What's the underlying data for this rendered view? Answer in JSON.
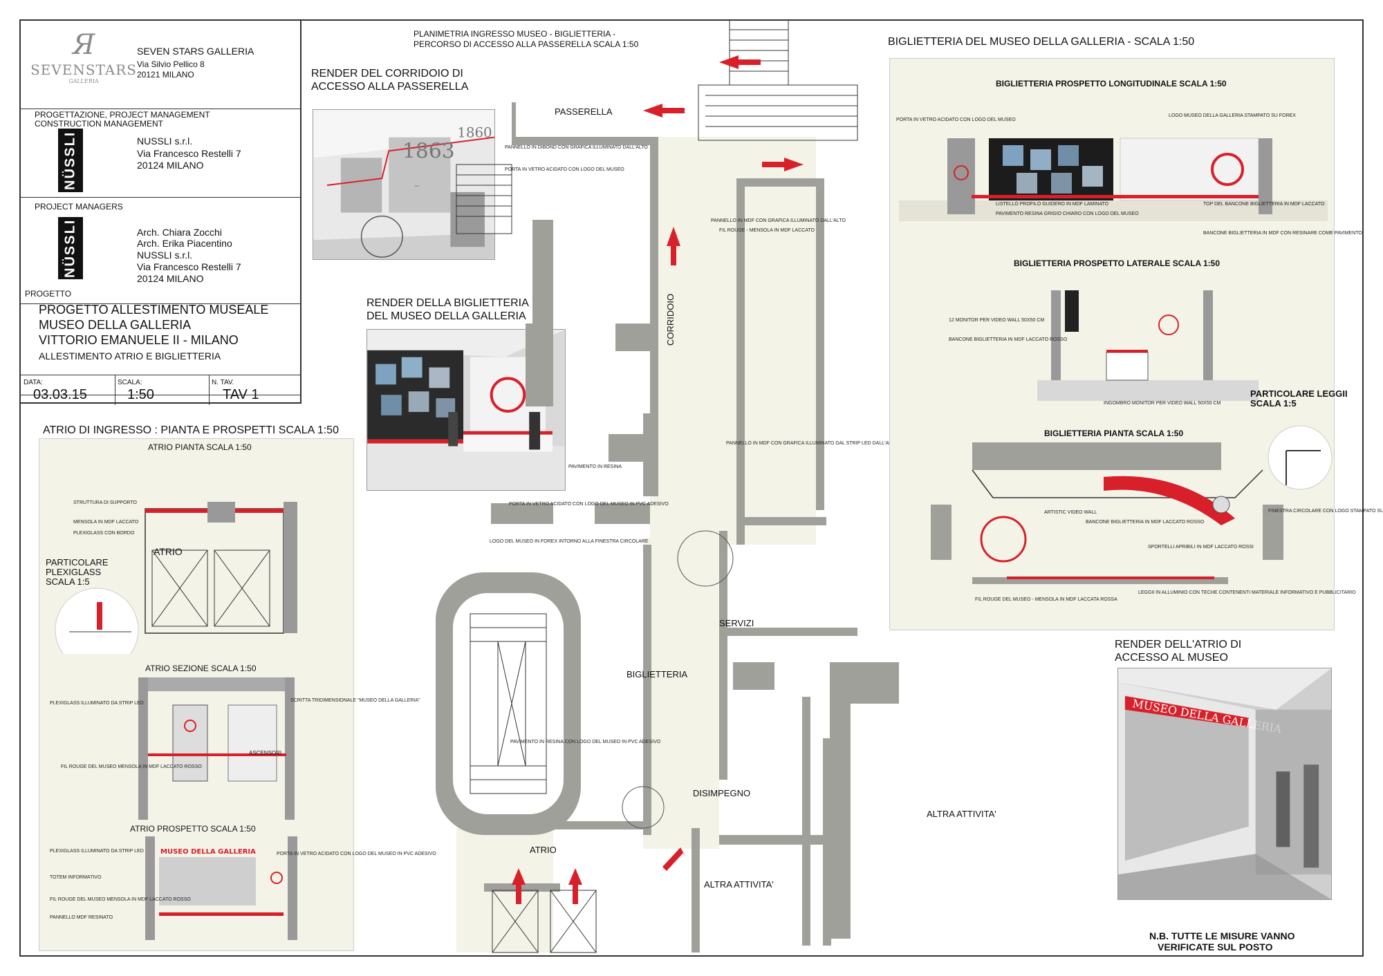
{
  "title_block": {
    "company_logo_text": "SEVEN STARS GALLERIA",
    "company_name": "SEVEN STARS GALLERIA",
    "company_addr1": "Via Silvio Pellico 8",
    "company_addr2": "20121 MILANO",
    "pm_heading1": "PROGETTAZIONE, PROJECT MANAGEMENT",
    "pm_heading2": "CONSTRUCTION MANAGEMENT",
    "nussli_logo": "NÜSSLI",
    "pm_company": "NUSSLI s.r.l.",
    "pm_addr1": "Via Francesco Restelli 7",
    "pm_addr2": "20124 MILANO",
    "managers_heading": "PROJECT MANAGERS",
    "manager1": "Arch. Chiara Zocchi",
    "manager2": "Arch. Erika Piacentino",
    "manager_company": "NUSSLI s.r.l.",
    "manager_addr1": "Via Francesco Restelli 7",
    "manager_addr2": "20124 MILANO",
    "project_heading": "PROGETTO",
    "project_line1": "PROGETTO ALLESTIMENTO MUSEALE",
    "project_line2": "MUSEO DELLA GALLERIA",
    "project_line3": "VITTORIO EMANUELE II - MILANO",
    "project_line4": "ALLESTIMENTO ATRIO E BIGLIETTERIA",
    "date_label": "DATA:",
    "date_value": "03.03.15",
    "scale_label": "SCALA:",
    "scale_value": "1:50",
    "sheet_label": "N. TAV.",
    "sheet_value": "TAV 1"
  },
  "headings": {
    "plan_title1": "PLANIMETRIA INGRESSO MUSEO - BIGLIETTERIA -",
    "plan_title2": "PERCORSO DI ACCESSO ALLA PASSERELLA SCALA 1:50",
    "render_corridor1": "RENDER DEL CORRIDOIO DI",
    "render_corridor2": "ACCESSO ALLA PASSERELLA",
    "render_ticket1": "RENDER DELLA BIGLIETTERIA",
    "render_ticket2": "DEL MUSEO DELLA GALLERIA",
    "atrio_title": "ATRIO DI INGRESSO : PIANTA E PROSPETTI SCALA 1:50",
    "atrio_plan": "ATRIO  PIANTA  SCALA 1:50",
    "atrio_section": "ATRIO  SEZIONE  SCALA 1:50",
    "atrio_elevation": "ATRIO  PROSPETTO  SCALA 1:50",
    "plexi_detail1": "PARTICOLARE",
    "plexi_detail2": "PLEXIGLASS",
    "plexi_detail3": "SCALA 1:5",
    "bigl_title": "BIGLIETTERIA DEL MUSEO DELLA GALLERIA -  SCALA 1:50",
    "bigl_long": "BIGLIETTERIA  PROSPETTO LONGITUDINALE SCALA 1:50",
    "bigl_lat": "BIGLIETTERIA  PROSPETTO LATERALE SCALA 1:50",
    "bigl_plan": "BIGLIETTERIA  PIANTA SCALA 1:50",
    "leggii1": "PARTICOLARE LEGGII",
    "leggii2": "SCALA 1:5",
    "render_atrio1": "RENDER DELL'ATRIO DI",
    "render_atrio2": "ACCESSO AL MUSEO",
    "nb1": "N.B. TUTTE LE MISURE VANNO",
    "nb2": "VERIFICATE SUL POSTO"
  },
  "rooms": {
    "passerella": "PASSERELLA",
    "corridoio": "CORRIDOIO",
    "servizi": "SERVIZI",
    "biglietteria": "BIGLIETTERIA",
    "disimpegno": "DISIMPEGNO",
    "altra1": "ALTRA ATTIVITA'",
    "altra2": "ALTRA ATTIVITA'",
    "atrio": "ATRIO",
    "atrio_small": "ATRIO",
    "ascensori": "ASCENSORI"
  },
  "render_texts": {
    "year1": "1863",
    "year2": "1860",
    "museo": "MUSEO DELLA GALLERIA",
    "museo_elev": "MUSEO DELLA GALLERIA"
  },
  "notes": {
    "n1": "PANNELLO IN DIBOND CON GRAFICA ILLUMINATO DALL'ALTO",
    "n2": "PORTA IN VETRO ACIDATO CON LOGO DEL MUSEO",
    "n3": "PANNELLO IN MDF CON GRAFICA ILLUMINATO DALL'ALTO",
    "n4": "FIL ROUGE - MENSOLA IN MDF LACCATO",
    "n5": "PANNELLO IN MDF CON GRAFICA ILLUMINATO DAL STRIP LED DALL'ALTO",
    "n6": "PAVIMENTO IN RESINA",
    "n7": "PORTA IN VETRO ACIDATO CON LOGO DEL MUSEO IN PVC ADESIVO",
    "n8": "LOGO DEL MUSEO IN FOREX INTORNO ALLA FINESTRA CIRCOLARE",
    "n9": "PAVIMENTO IN RESINA CON LOGO DEL MUSEO IN PVC ADESIVO",
    "n10": "PANNELLO MDF RESINATO",
    "n11": "FIL ROUGE DEL MUSEO MENSOLA IN MDF LACCATO ROSSO",
    "n12": "TOTEM INFORMATIVO",
    "n13": "PLEXIGLASS ILLUMINATO DA STRIP LED",
    "n14": "SCRITTA TRIDIMENSIONALE \"MUSEO DELLA GALLERIA\"",
    "n15": "ARTISTIC VIDEO WALL",
    "n16": "BANCONE BIGLIETTERIA IN MDF LACCATO ROSSO",
    "n17": "SPORTELLI APRIBILI IN MDF LACCATO ROSSI",
    "n18": "FINESTRA CIRCOLARE CON LOGO STAMPATO SU FOREX",
    "n19": "LEGGII IN ALLUMINIO CON TECHE CONTENENTI MATERIALE INFORMATIVO E PUBBLICITARIO",
    "n20": "FIL ROUGE DEL MUSEO - MENSOLA IN MDF LACCATA ROSSA",
    "n21": "12 MONITOR PER VIDEO WALL 50X50 CM",
    "n22": "INGOMBRO MONITOR PER VIDEO WALL 50X50 CM",
    "n23": "LISTELLO PROFILO GUIDERO IN MDF LAMINATO",
    "n24": "PAVIMENTO RESINA GRIGIO CHIARO CON LOGO DEL MUSEO",
    "n25": "BANCONE BIGLIETTERIA IN MDF CON RESINARE COME PAVIMENTO",
    "n26": "TOP DEL BANCONE BIGLIETTERIA IN MDF LACCATO",
    "n27": "LOGO MUSEO DELLA GALLERIA STAMPATO SU FOREX",
    "n28": "PORTA IN VETRO ACIDATO CON LOGO DEL MUSEO"
  },
  "colors": {
    "red": "#d8202a",
    "gray": "#a0a09b",
    "panel": "#f4f3e8",
    "line": "#333333"
  }
}
